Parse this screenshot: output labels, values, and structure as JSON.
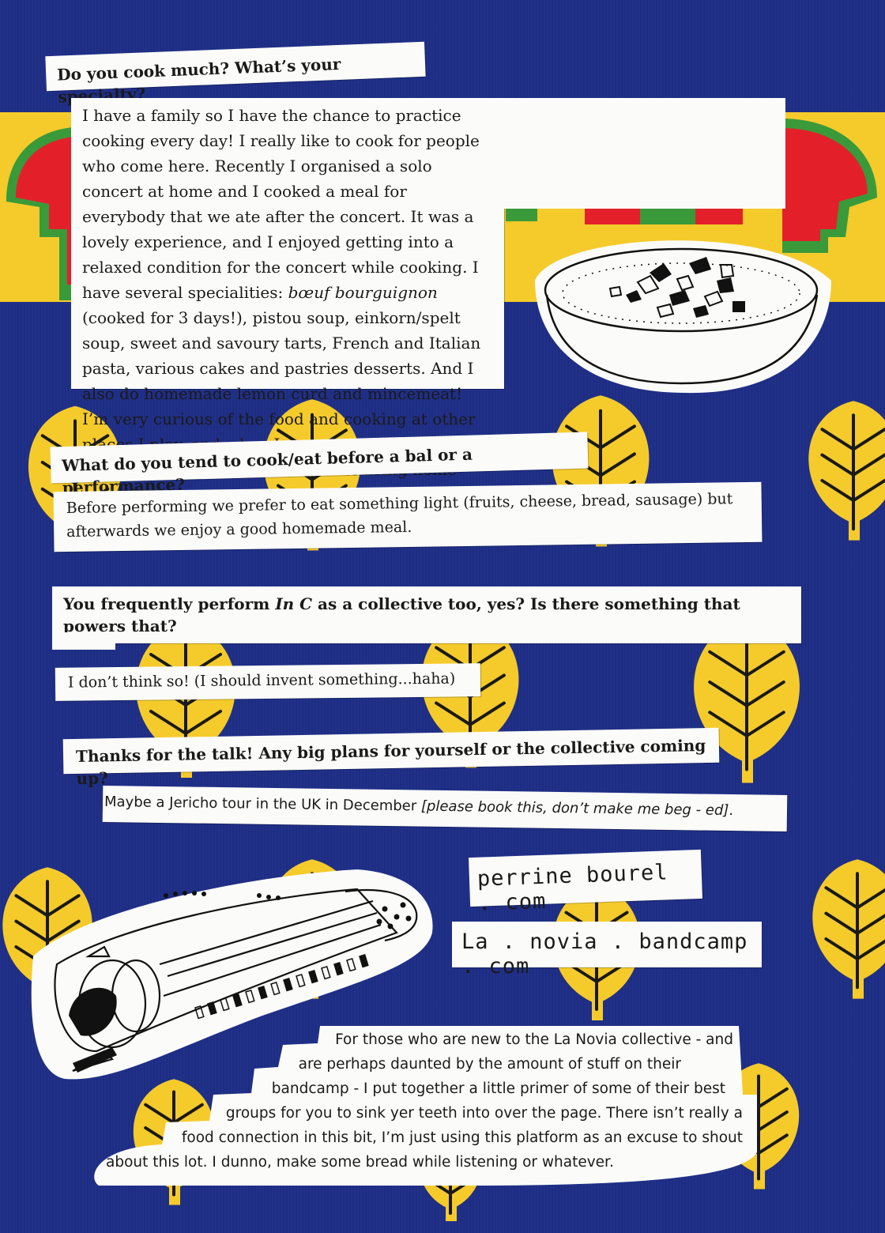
{
  "colors": {
    "background": "#1e2e86",
    "yellow": "#f5cb2b",
    "red": "#e3202a",
    "green": "#3a9a3a",
    "paper": "#fbfbf9",
    "ink": "#1a1a1a"
  },
  "q1": {
    "question": "Do you cook much? What’s your specialty?"
  },
  "a1": {
    "pre": "I have a family so I have the chance to practice cooking every day! I really like to cook for people who come here. Recently I organised a solo concert at home and I cooked a meal for everybody that we ate after the concert. It was a lovely experience, and I enjoyed getting into a relaxed condition for the concert while cooking. I have several specialities: ",
    "dish_italic": "bœuf bourguignon",
    "post": " (cooked for 3 days!), pistou soup, einkorn/spelt soup, sweet and savoury tarts, French and Italian pasta, various cakes and pastries desserts. And I also do homemade lemon curd and mincemeat! I’m very curious of the food and cooking at other places I play, and when I go on tour I love to eat specialities of those places. And to bring home some food, or some recipes."
  },
  "q2": {
    "question": "What do you tend to cook/eat before a bal or a performance?"
  },
  "a2": {
    "answer": "Before performing we prefer to eat something light (fruits, cheese, bread, sausage) but afterwards we enjoy a good homemade meal."
  },
  "q3": {
    "pre": "You frequently perform ",
    "italic": "In C",
    "post": " as a collective too, yes? Is there something that powers that?"
  },
  "a3": {
    "answer": "I don’t think so! (I should invent something...haha)"
  },
  "q4": {
    "question": "Thanks for the talk! Any big plans for yourself or the collective coming up?"
  },
  "a4": {
    "pre": "Maybe a Jericho tour in the UK in December ",
    "italic": "[please book this, don’t make me beg - ed]",
    "post": "."
  },
  "links": {
    "site1": "perrine bourel . com",
    "site2": "La . novia . bandcamp . com"
  },
  "note": {
    "lines": [
      "For those who are new to the La Novia collective - and",
      "are perhaps daunted by the amount of stuff on their",
      "bandcamp - I put together a little primer of some of their best",
      "groups for you to sink yer teeth into over the page. There isn’t really a",
      "food connection in this bit, I’m just using this platform as an excuse to shout",
      "about this lot. I dunno, make some bread while listening or whatever."
    ]
  },
  "icons": {
    "tree": "tree-icon",
    "mushroom": "mushroom-icon",
    "soup": "soup-bowl-icon",
    "instrument": "hurdy-gurdy-icon"
  }
}
